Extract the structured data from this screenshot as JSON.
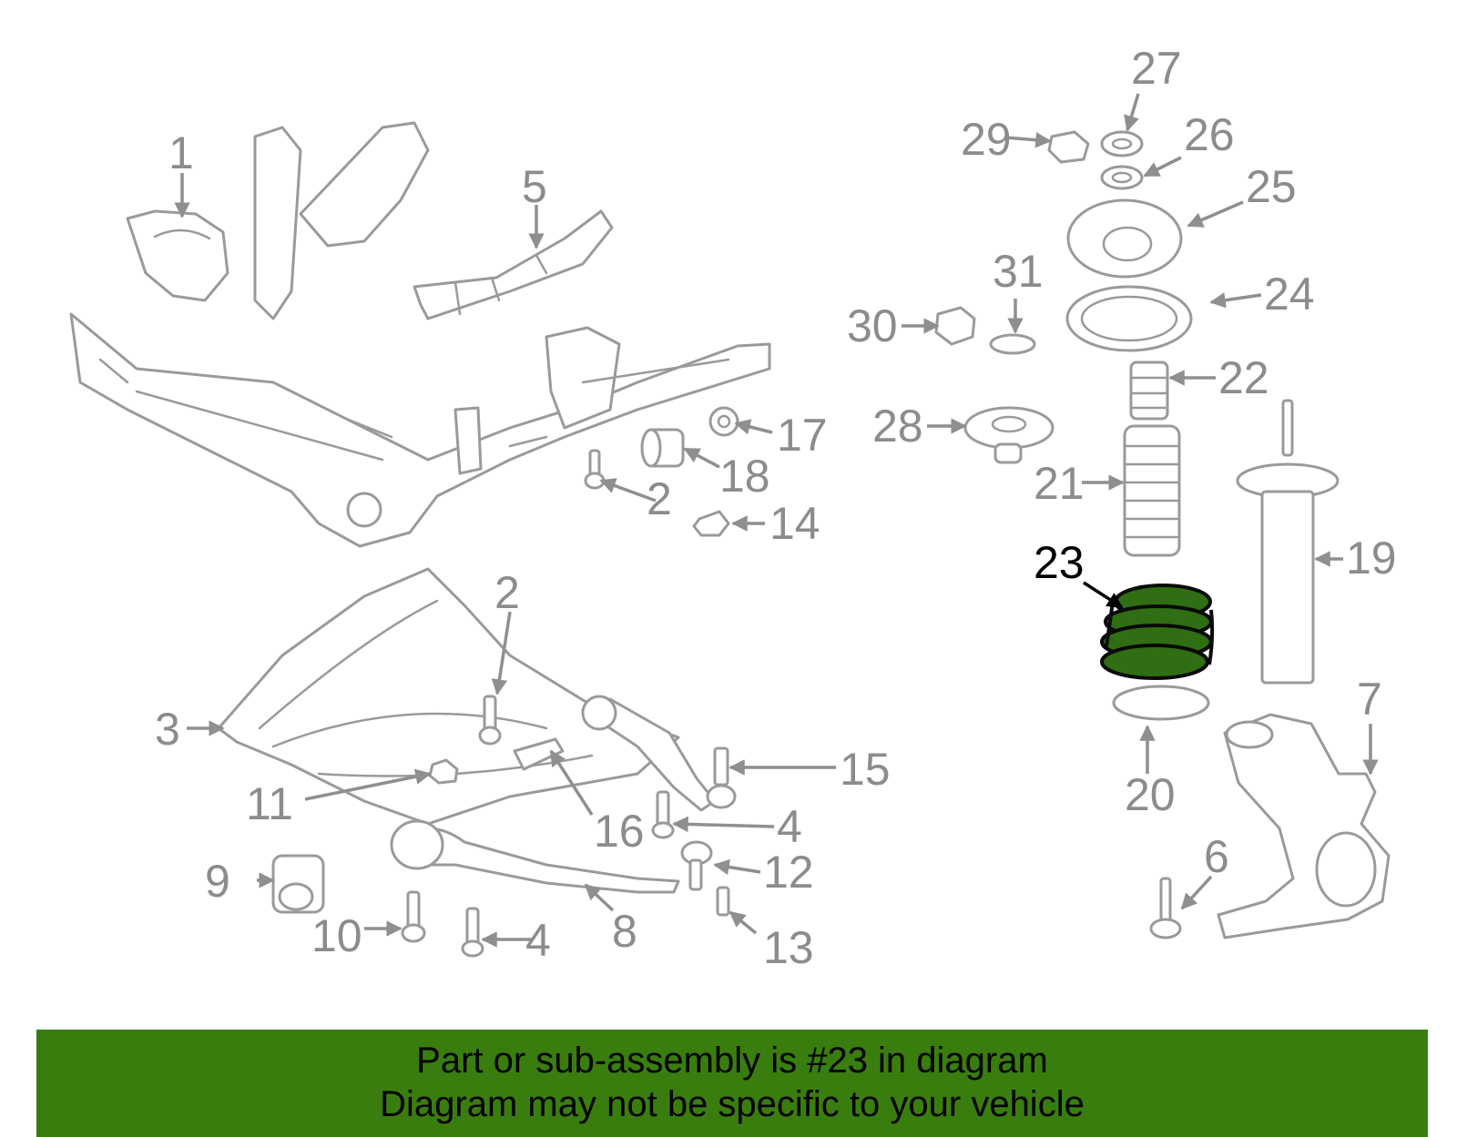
{
  "colors": {
    "highlight_fill": "#2f6e12",
    "banner_bg": "#3a7d0f",
    "line_art": "#9a9a9a",
    "label_text": "#8c8c8c"
  },
  "highlighted_part": "23",
  "callouts": {
    "c1": "1",
    "c2a": "2",
    "c2b": "2",
    "c3": "3",
    "c4a": "4",
    "c4b": "4",
    "c5": "5",
    "c6": "6",
    "c7": "7",
    "c8": "8",
    "c9": "9",
    "c10": "10",
    "c11": "11",
    "c12": "12",
    "c13": "13",
    "c14": "14",
    "c15": "15",
    "c16": "16",
    "c17": "17",
    "c18": "18",
    "c19": "19",
    "c20": "20",
    "c21": "21",
    "c22": "22",
    "c23": "23",
    "c24": "24",
    "c25": "25",
    "c26": "26",
    "c27": "27",
    "c28": "28",
    "c29": "29",
    "c30": "30",
    "c31": "31"
  },
  "banner": {
    "line1": "Part or sub-assembly is #23 in diagram",
    "line2": "Diagram may not be specific to your vehicle"
  }
}
